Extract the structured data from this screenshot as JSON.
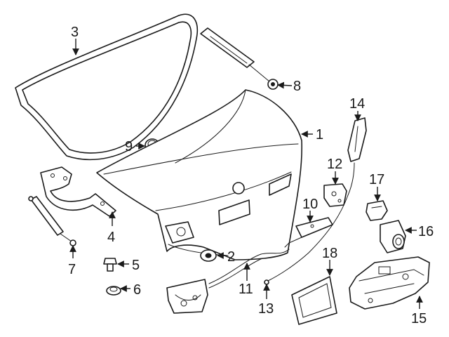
{
  "diagram": {
    "callouts": [
      "1",
      "2",
      "3",
      "4",
      "5",
      "6",
      "7",
      "8",
      "9",
      "10",
      "11",
      "12",
      "13",
      "14",
      "15",
      "16",
      "17",
      "18"
    ]
  },
  "colors": {
    "ink": "#1a1a1a",
    "background": "#ffffff"
  }
}
